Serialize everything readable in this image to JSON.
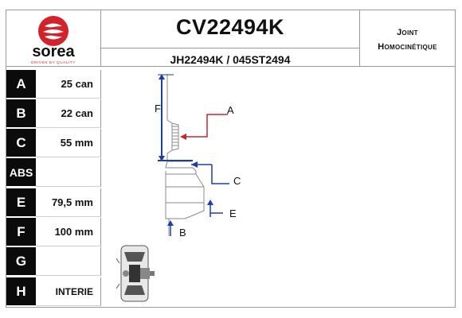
{
  "brand": {
    "name": "sorea",
    "tagline": "DRIVEN BY QUALITY",
    "color": "#d2232a"
  },
  "header": {
    "part_number": "CV22494K",
    "references": "JH22494K / 045ST2494",
    "type_line1": "Joint",
    "type_line2": "Homocinétique"
  },
  "specs": [
    {
      "letter": "A",
      "value": "25 can"
    },
    {
      "letter": "B",
      "value": "22 can"
    },
    {
      "letter": "C",
      "value": "55 mm"
    },
    {
      "letter": "ABS",
      "value": ""
    },
    {
      "letter": "E",
      "value": "79,5 mm"
    },
    {
      "letter": "F",
      "value": "100 mm"
    },
    {
      "letter": "G",
      "value": ""
    },
    {
      "letter": "H",
      "value": "INTERIE"
    }
  ],
  "diagram": {
    "labels": {
      "A": "A",
      "B": "B",
      "C": "C",
      "E": "E",
      "F": "F"
    },
    "colors": {
      "arrow_blue": "#1f3fa8",
      "arrow_red": "#c0282e"
    }
  }
}
